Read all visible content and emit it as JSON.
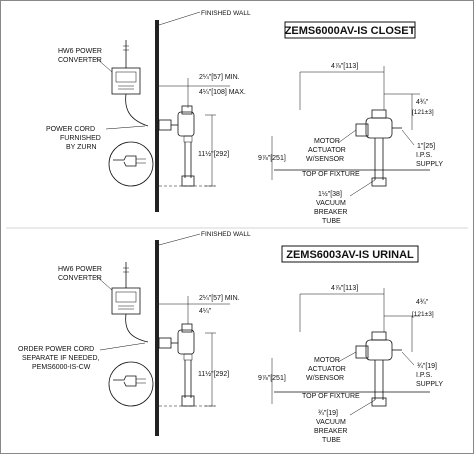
{
  "closet": {
    "title": "ZEMS6000AV-IS CLOSET",
    "finished_wall": "FINISHED WALL",
    "converter": [
      "HW6 POWER",
      "CONVERTER"
    ],
    "cord": [
      "POWER CORD",
      "FURNISHED",
      "BY ZURN"
    ],
    "dim_min": "2¼\"[57] MIN.",
    "dim_max": "4¼\"[108] MAX.",
    "dim_height": "11½\"[292]",
    "dim_top_width": "4⅞\"[113]",
    "dim_right": "4¾\"",
    "dim_right_mm": "[121±3]",
    "motor": [
      "MOTOR",
      "ACTUATOR",
      "W/SENSOR"
    ],
    "dim_left": "9⅞\"[251]",
    "supply_size": "1\"[25]",
    "supply": [
      "I.P.S.",
      "SUPPLY"
    ],
    "top_fixture": "TOP OF FIXTURE",
    "vb_size": "1½\"[38]",
    "vb": [
      "VACUUM",
      "BREAKER",
      "TUBE"
    ]
  },
  "urinal": {
    "title": "ZEMS6003AV-IS URINAL",
    "finished_wall": "FINISHED WALL",
    "converter": [
      "HW6 POWER",
      "CONVERTER"
    ],
    "cord": [
      "ORDER POWER CORD",
      "SEPARATE IF NEEDED,",
      "PEMS6000-IS-CW"
    ],
    "dim_min": "2¼\"[57] MIN.",
    "dim_max": "4¼\"",
    "dim_height": "11½\"[292]",
    "dim_top_width": "4⅞\"[113]",
    "dim_right": "4¾\"",
    "dim_right_mm": "[121±3]",
    "motor": [
      "MOTOR",
      "ACTUATOR",
      "W/SENSOR"
    ],
    "dim_left": "9⅞\"[251]",
    "supply_size": "¾\"[19]",
    "supply": [
      "I.P.S.",
      "SUPPLY"
    ],
    "top_fixture": "TOP OF FIXTURE",
    "vb_size": "¾\"[19]",
    "vb": [
      "VACUUM",
      "BREAKER",
      "TUBE"
    ]
  }
}
